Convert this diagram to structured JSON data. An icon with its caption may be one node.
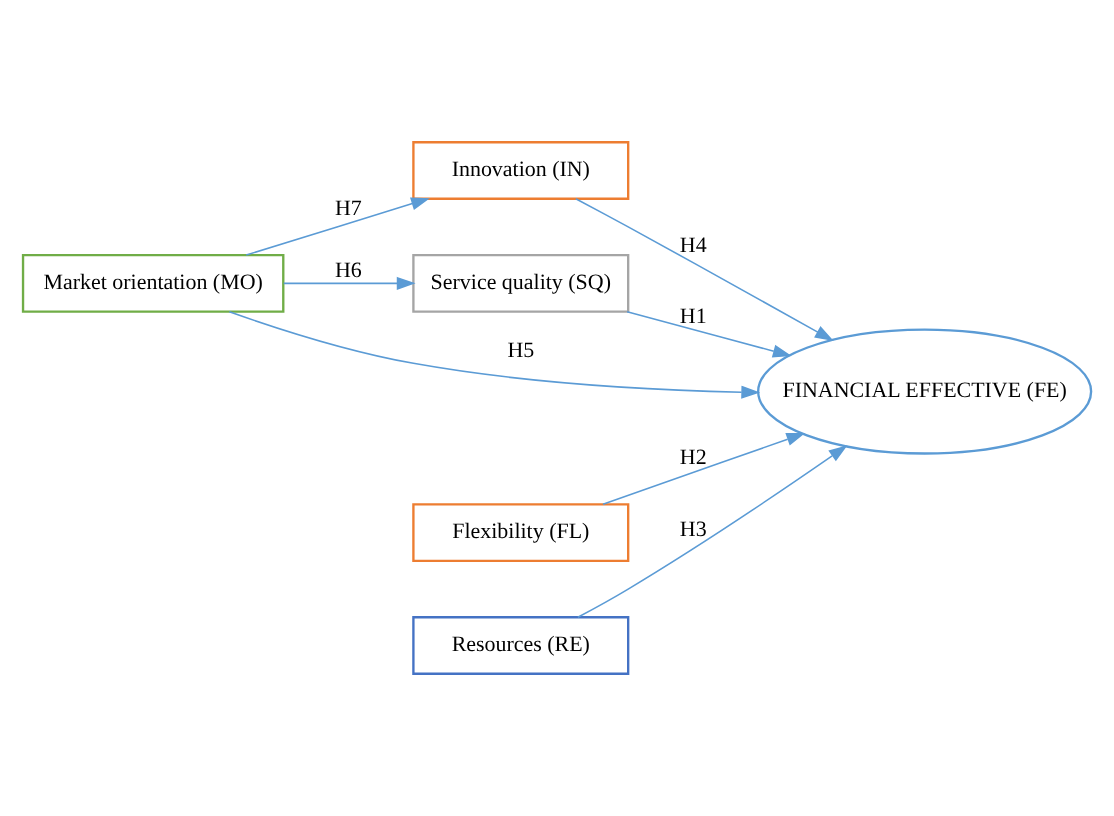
{
  "diagram": {
    "nodes": [
      {
        "text": [
          "Market orientation (MO)"
        ]
      },
      {
        "text": [
          "Innovation (IN)"
        ]
      },
      {
        "text": [
          "Service quality (SQ)"
        ]
      },
      {
        "text": [
          "FINANCIAL EFFECTIVE (FE)"
        ]
      },
      {
        "text": [
          "Flexibility (FL)"
        ]
      },
      {
        "text": [
          "Resources (RE)"
        ]
      }
    ],
    "edges": [
      {
        "from": 0,
        "to": 1,
        "arrow": "to",
        "label": "H7"
      },
      {
        "from": 1,
        "to": 3,
        "arrow": "to",
        "label": "H4"
      },
      {
        "from": 0,
        "to": 2,
        "arrow": "to",
        "label": "H6"
      },
      {
        "from": 0,
        "to": 3,
        "arrow": "to",
        "label": "H5"
      },
      {
        "from": 2,
        "to": 3,
        "arrow": "to",
        "label": "H1"
      },
      {
        "from": 4,
        "to": 3,
        "arrow": "to",
        "label": "H2"
      },
      {
        "from": 5,
        "to": 3,
        "arrow": "to",
        "label": "H3"
      }
    ]
  }
}
